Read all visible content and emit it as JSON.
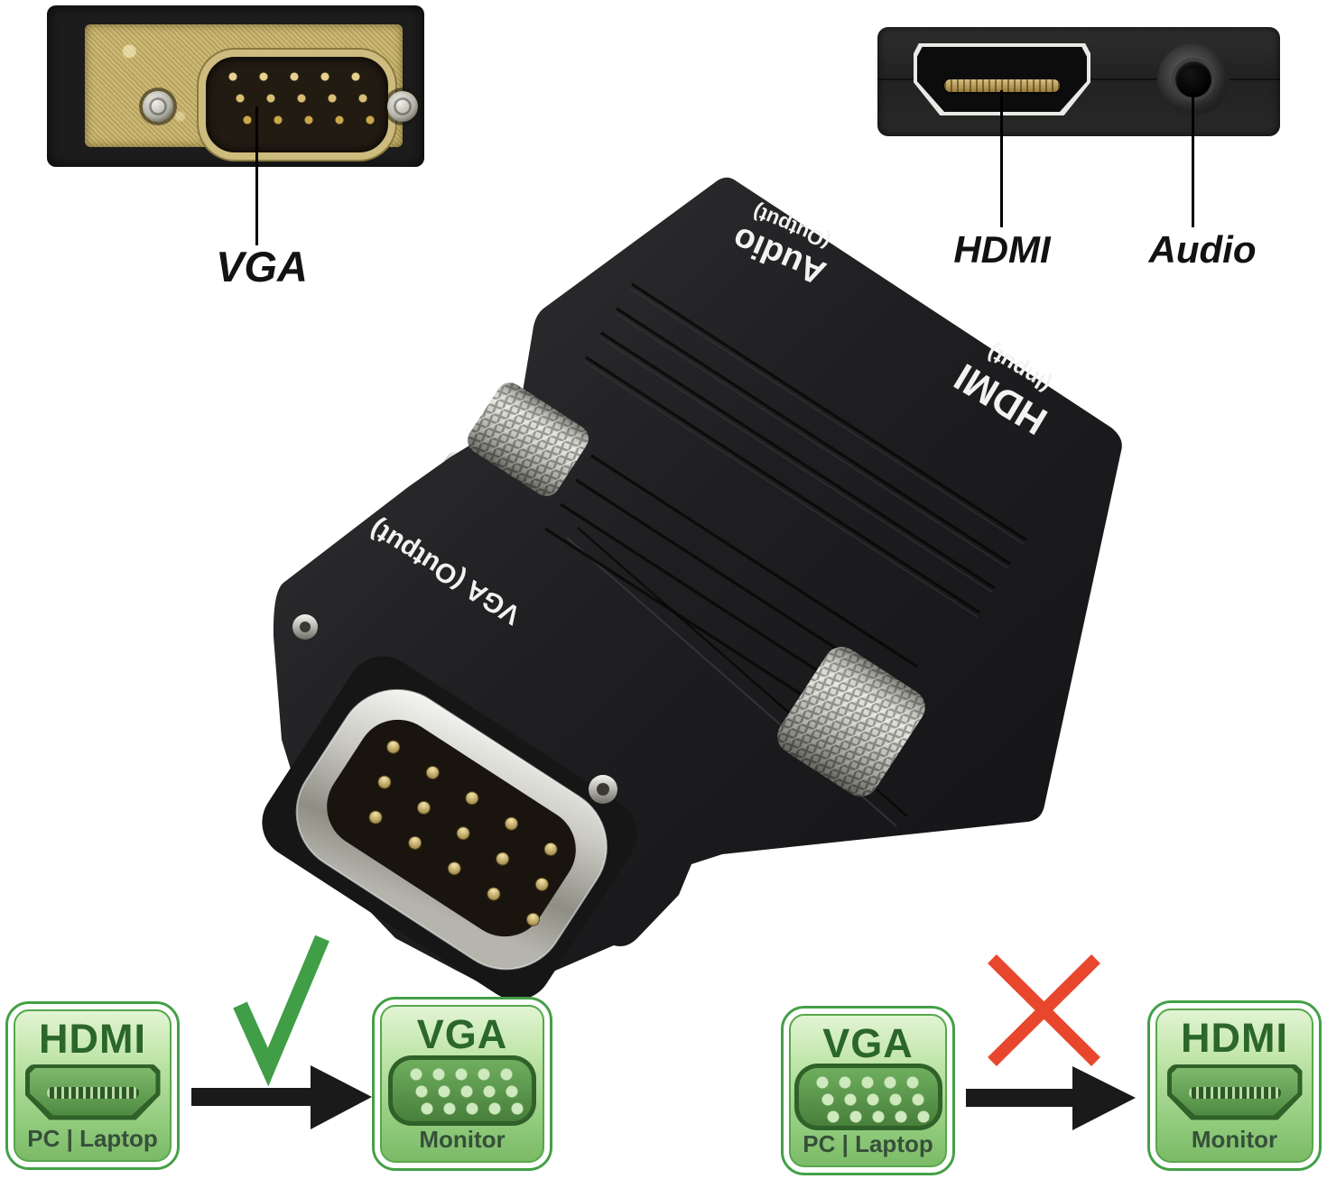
{
  "annotations": {
    "vga_label": "VGA",
    "hdmi_label": "HDMI",
    "audio_label": "Audio"
  },
  "adapter": {
    "audio": "Audio",
    "audio_sub": "(Output)",
    "hdmi": "HDMI",
    "hdmi_sub": "(Input)",
    "vga": "VGA (Output)"
  },
  "diagrams": {
    "correct": {
      "source_title": "HDMI",
      "source_caption": "PC | Laptop",
      "target_title": "VGA",
      "target_caption": "Monitor",
      "status_icon": "check-icon"
    },
    "wrong": {
      "source_title": "VGA",
      "source_caption": "PC | Laptop",
      "target_title": "HDMI",
      "target_caption": "Monitor",
      "status_icon": "cross-icon"
    }
  },
  "colors": {
    "diagram_border_green": "#43a047",
    "panel_green_light": "#e2f4d4",
    "panel_green": "#8cc878",
    "title_green": "#2b662b",
    "check_green": "#3f9e46",
    "cross_red": "#e8472e",
    "arrow_black": "#1a1a1a",
    "gold_plate": "#c5b068",
    "adapter_body": "#1d1d1f",
    "metal_silver": "#c9c9c2"
  }
}
